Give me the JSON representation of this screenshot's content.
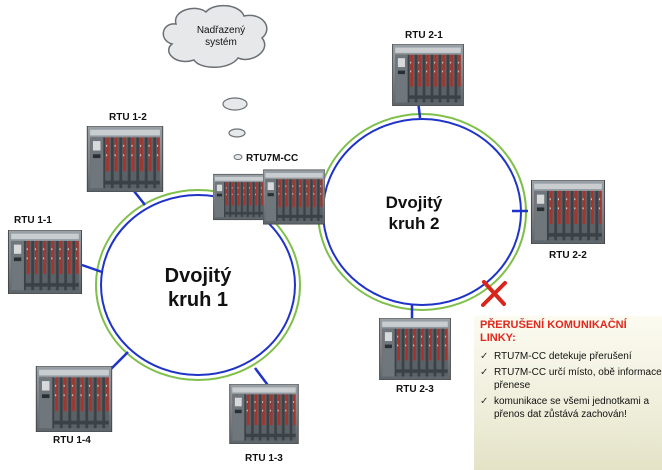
{
  "cloud": {
    "line1": "Nadřazený",
    "line2": "systém"
  },
  "master": {
    "label": "RTU7M-CC"
  },
  "rings": [
    {
      "label_line1": "Dvojitý",
      "label_line2": "kruh 1"
    },
    {
      "label_line1": "Dvojitý",
      "label_line2": "kruh 2"
    }
  ],
  "units": {
    "rtu_1_1": "RTU 1-1",
    "rtu_1_2": "RTU 1-2",
    "rtu_1_3": "RTU 1-3",
    "rtu_1_4": "RTU 1-4",
    "rtu_2_1": "RTU 2-1",
    "rtu_2_2": "RTU 2-2",
    "rtu_2_3": "RTU 2-3"
  },
  "note": {
    "title": "PŘERUŠENÍ KOMUNIKAČNÍ LINKY:",
    "items": [
      "RTU7M-CC detekuje přerušení",
      "RTU7M-CC určí místo, obě informace přenese",
      "komunikace se všemi jednotkami a přenos dat zůstává zachován!"
    ]
  },
  "colors": {
    "ring_blue": "#1f33c8",
    "ring_green": "#7fbf4a",
    "break_mark": "#d9261c",
    "note_title": "#e0281e"
  }
}
